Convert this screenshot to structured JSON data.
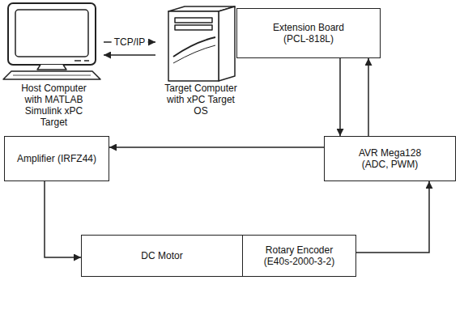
{
  "diagram": {
    "nodes": [
      {
        "text": [
          "Host Computer with MATLAB Simulink xPC Target"
        ]
      },
      {
        "text": [
          "Target Computer with xPC Target OS"
        ]
      },
      {
        "text": [
          "Extension Board (PCL-818L)"
        ]
      },
      {
        "text": [
          "Amplifier (IRFZ44)"
        ]
      },
      {
        "text": [
          "AVR Mega128 (ADC, PWM)"
        ]
      },
      {
        "text": [
          "DC Motor"
        ]
      },
      {
        "text": [
          "Rotary Encoder (E40s-2000-3-2)"
        ]
      }
    ],
    "edges": [
      {
        "from": 0,
        "to": 1,
        "label": "TCP/IP",
        "arrow": "to"
      },
      {
        "from": 1,
        "to": 0,
        "arrow": "to"
      },
      {
        "from": 2,
        "to": 4,
        "arrow": "to"
      },
      {
        "from": 4,
        "to": 2,
        "arrow": "to"
      },
      {
        "from": 4,
        "to": 3,
        "arrow": "to"
      },
      {
        "from": 3,
        "to": 5,
        "arrow": "to"
      },
      {
        "from": 6,
        "to": 4,
        "arrow": "to"
      }
    ]
  }
}
